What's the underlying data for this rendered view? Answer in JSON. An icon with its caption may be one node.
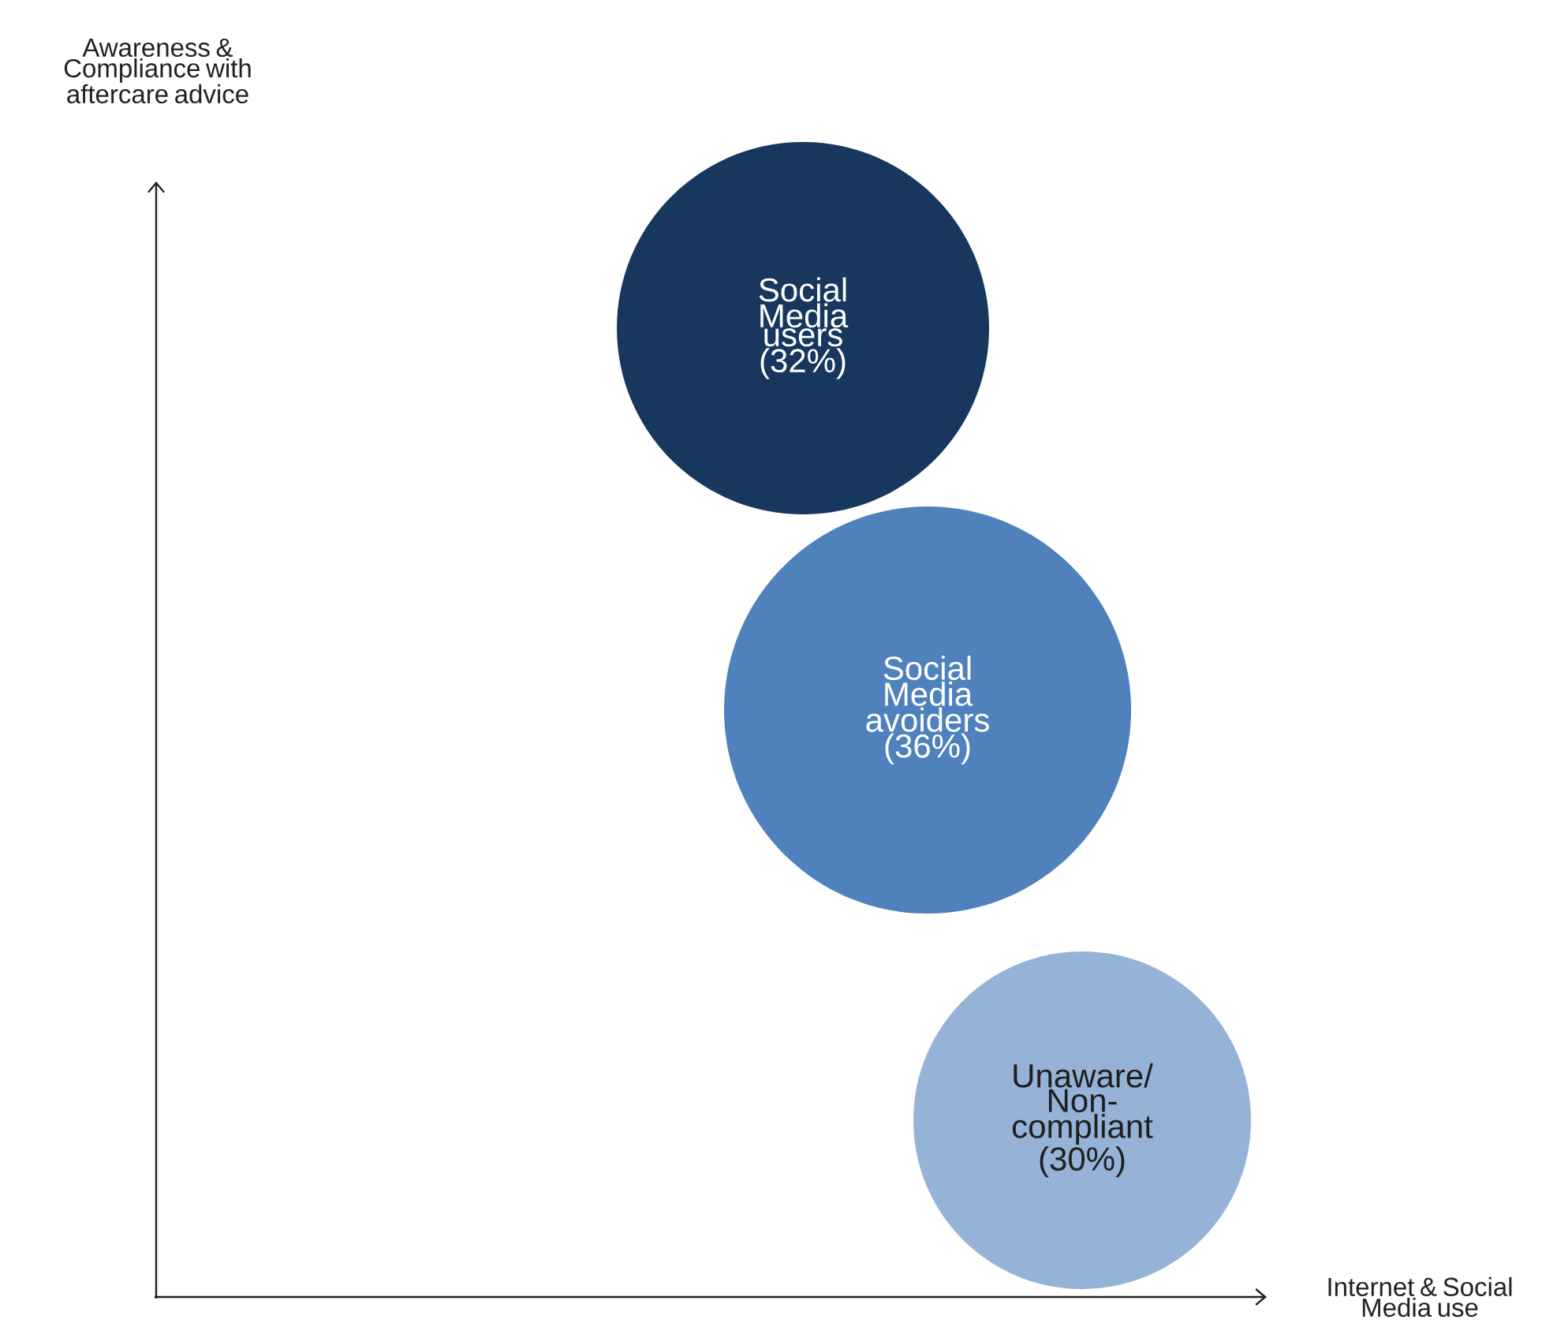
{
  "diagram": {
    "nodes": [
      {
        "text": [
          "Social Media users (32%)"
        ]
      },
      {
        "text": [
          "Social Media avoiders (36%)"
        ]
      },
      {
        "text": [
          "Unaware/ Non-compliant (30%)"
        ]
      }
    ],
    "labels": [
      "Awareness & Compliance with aftercare advice",
      "Internet & Social Media use"
    ]
  }
}
